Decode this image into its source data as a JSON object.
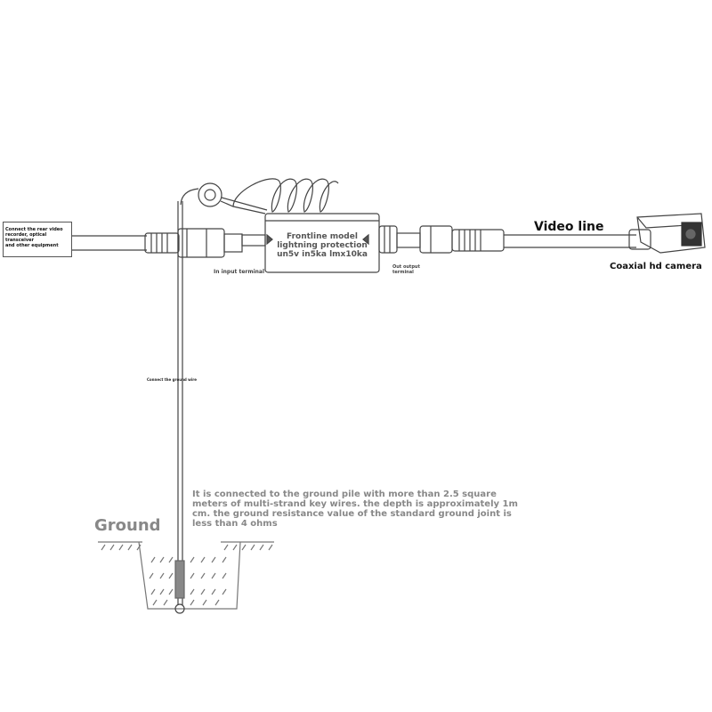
{
  "labels": {
    "recorder_box": "Connect the rear video\nrecorder, optical transceiver\nand other equipment",
    "protector": "Frontline model\nlightning protection\nun5v in5ka lmx10ka",
    "video_line": "Video line",
    "camera": "Coaxial hd camera",
    "in_terminal": "In input terminal",
    "out_terminal": "Out output\nterminal",
    "ground_wire": "Connect the ground wire",
    "ground": "Ground",
    "ground_note": "It is connected to the ground pile with more than 2.5 square meters of multi-strand key wires. the depth is approximately 1m cm. the ground resistance value of the standard ground joint is less than 4 ohms"
  },
  "colors": {
    "line": "#444444",
    "ground_text": "#888888"
  }
}
